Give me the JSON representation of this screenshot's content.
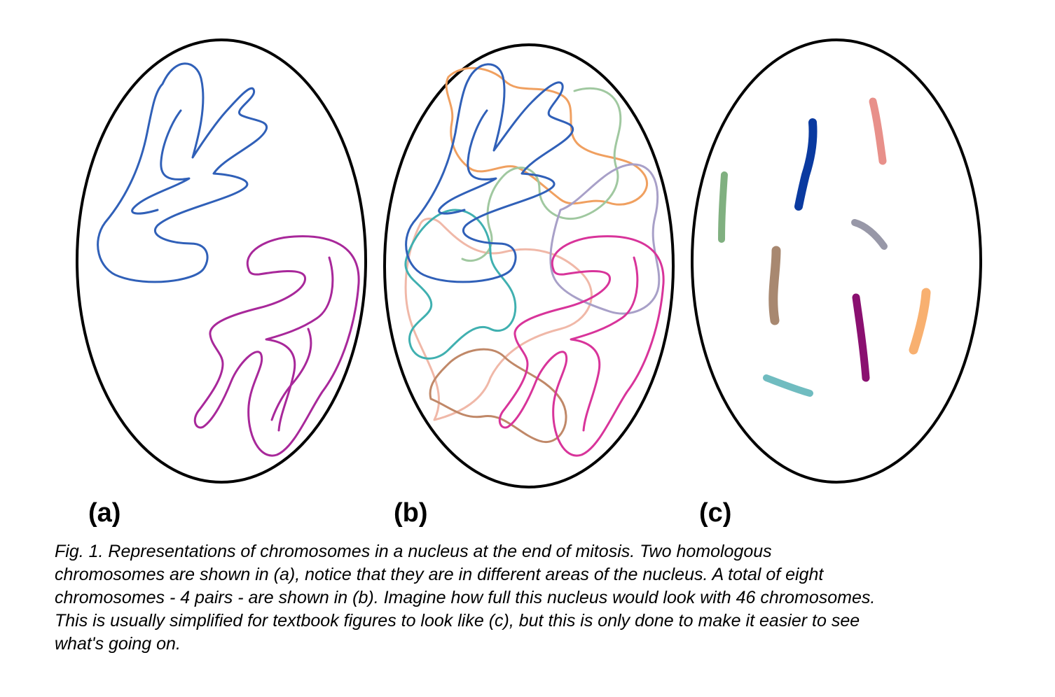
{
  "panels": [
    {
      "label": "(a)"
    },
    {
      "label": "(b)"
    },
    {
      "label": "(c)"
    }
  ],
  "caption_lines": [
    "Fig. 1.  Representations of chromosomes in a nucleus at the end of mitosis.  Two homologous",
    "chromosomes are shown in (a), notice that they are in different areas of the nucleus.  A  total of eight",
    "chromosomes - 4 pairs - are shown in (b).  Imagine how full this nucleus would look with 46 chromosomes.",
    "This is usually simplified for textbook figures to look like (c), but this is only done to make it easier to see",
    "what's going on."
  ],
  "colors": {
    "nucleus_outline": "#000000",
    "blue": "#3060b8",
    "magenta": "#a8289a",
    "pink": "#d8349a",
    "orange": "#f0a060",
    "green": "#a0c8a0",
    "lavender": "#a8a0c8",
    "teal": "#40b0b0",
    "salmon": "#f0b8a8",
    "brown": "#c08868",
    "navy": "#0a3aa0",
    "rose": "#e8908a",
    "sage": "#80b080",
    "grey": "#9898a8",
    "taupe": "#a88870",
    "plum": "#8a1070",
    "apricot": "#f8b070",
    "turquoise": "#70bcc0"
  }
}
